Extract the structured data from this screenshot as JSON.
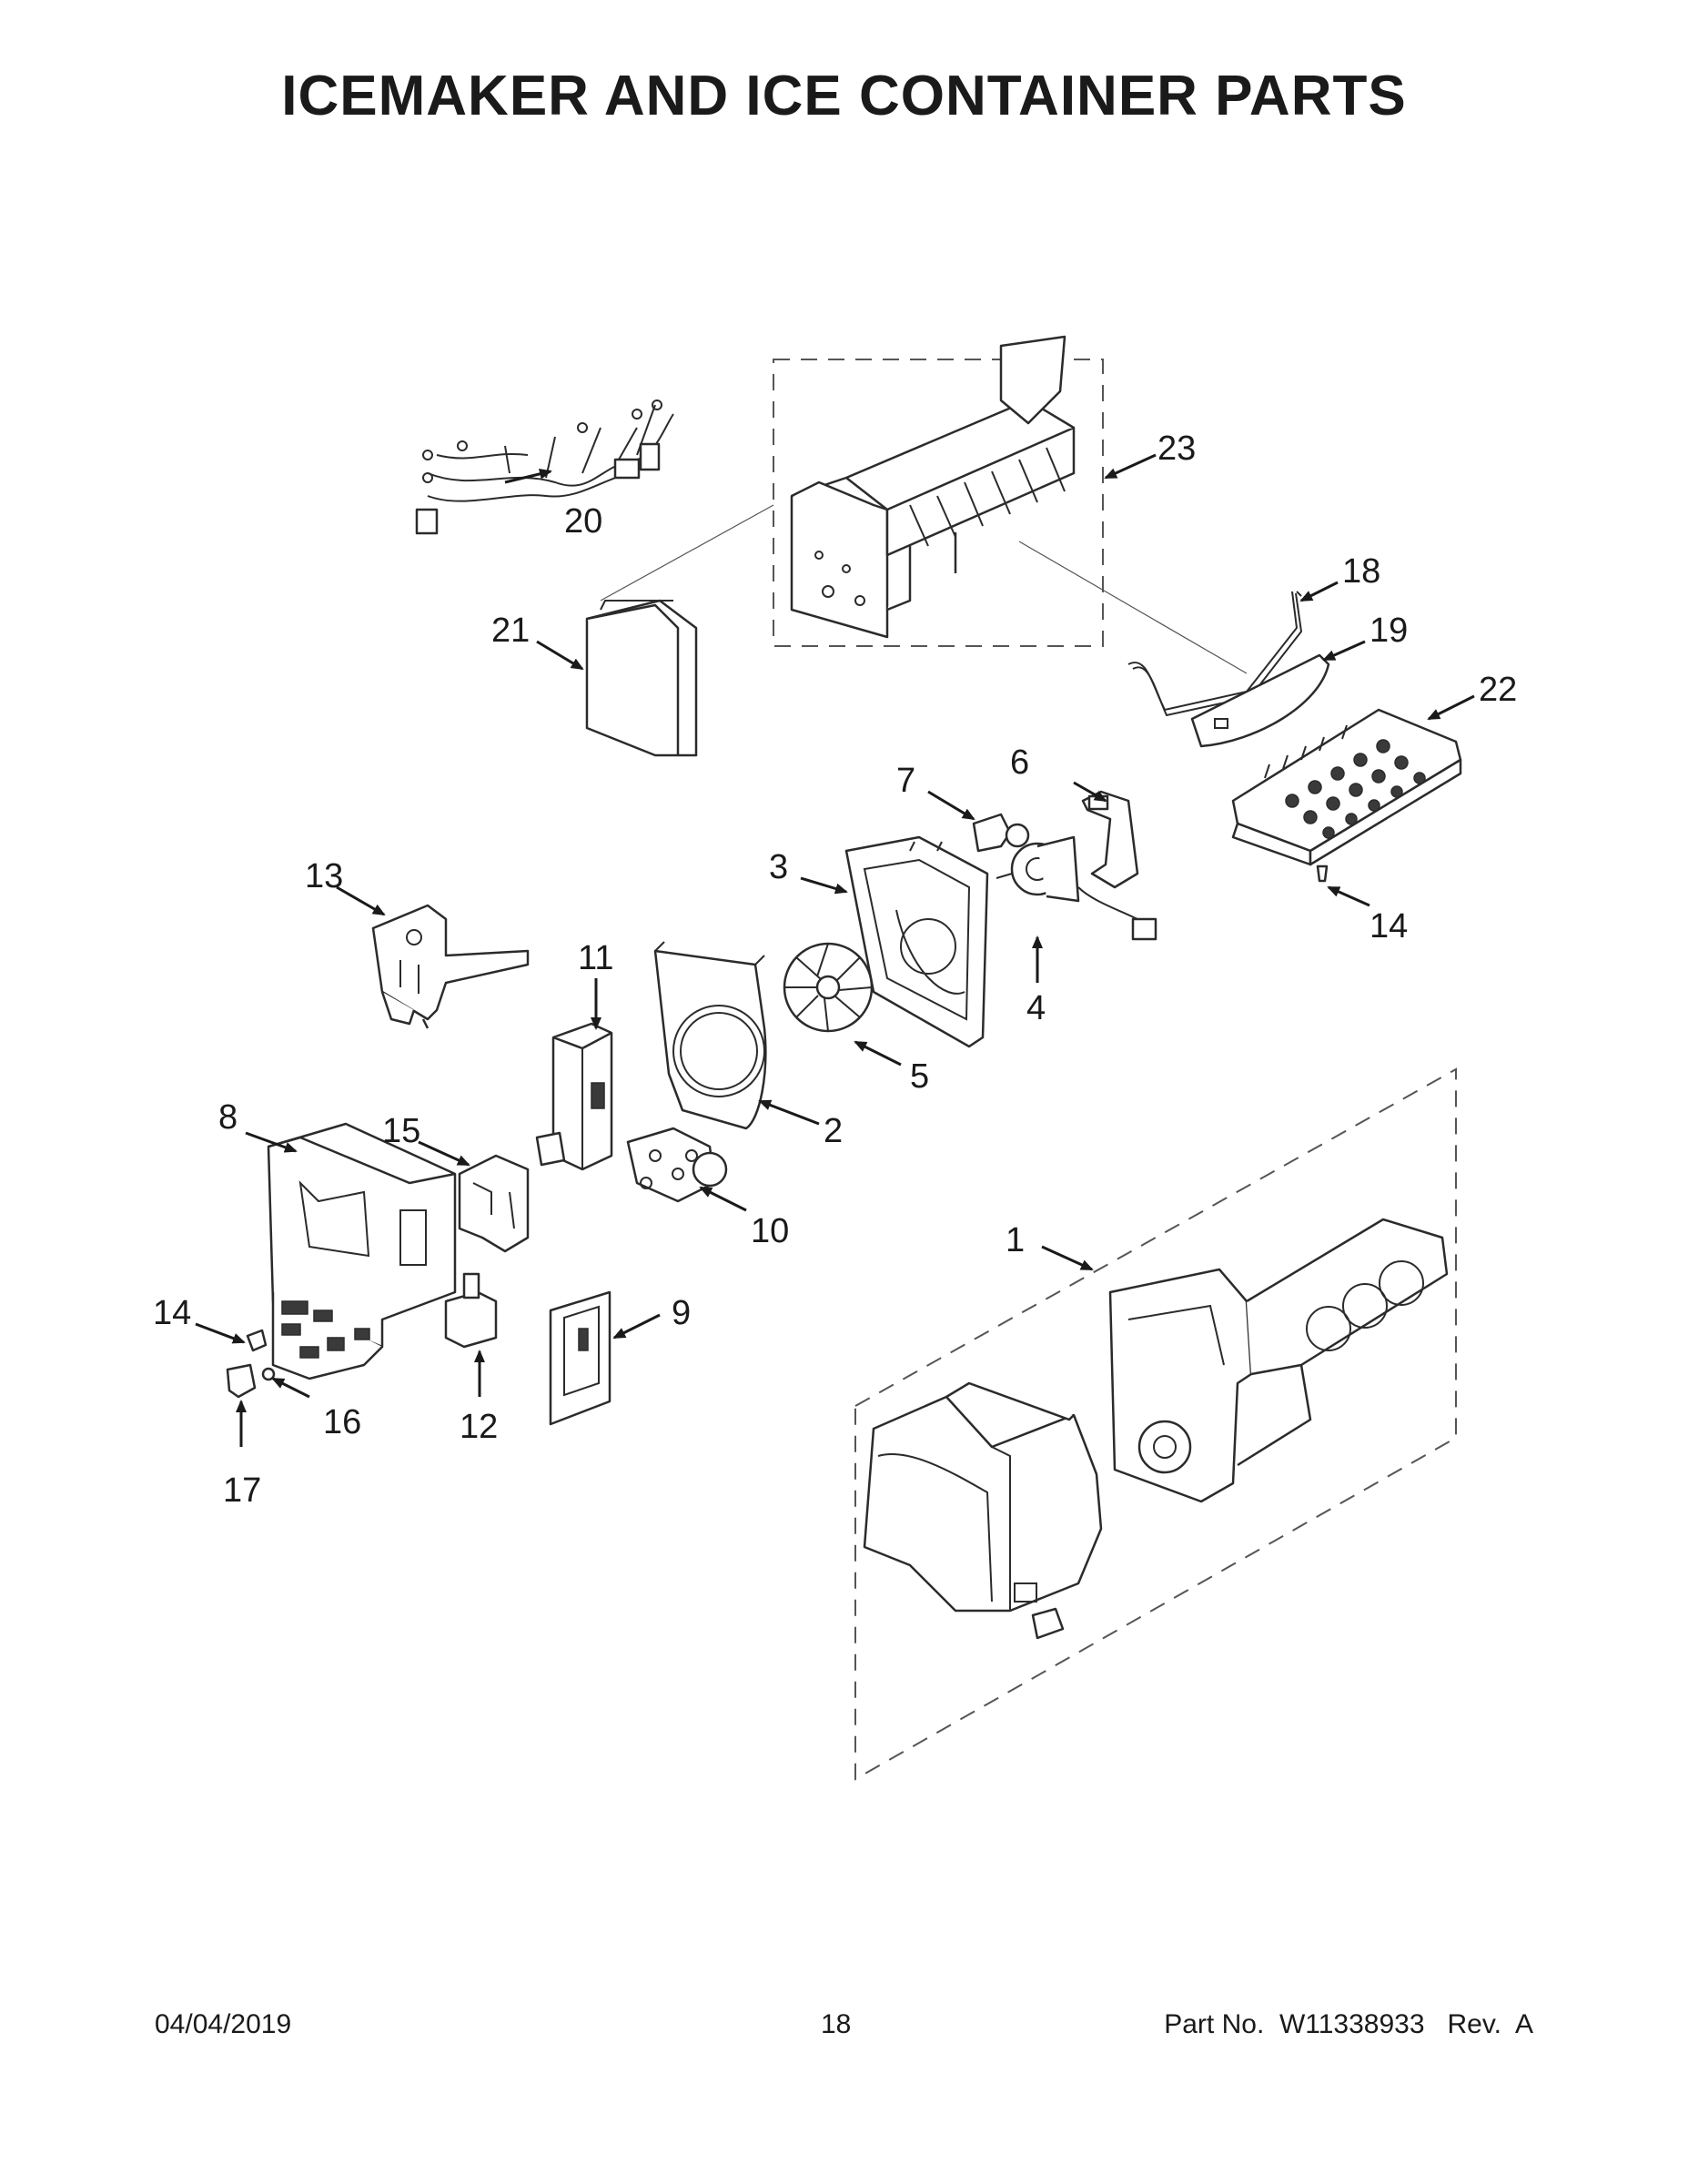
{
  "title": "ICEMAKER AND ICE CONTAINER PARTS",
  "callouts": [
    {
      "id": "1",
      "label": "1"
    },
    {
      "id": "2",
      "label": "2"
    },
    {
      "id": "3",
      "label": "3"
    },
    {
      "id": "4",
      "label": "4"
    },
    {
      "id": "5",
      "label": "5"
    },
    {
      "id": "6",
      "label": "6"
    },
    {
      "id": "7",
      "label": "7"
    },
    {
      "id": "8",
      "label": "8"
    },
    {
      "id": "9",
      "label": "9"
    },
    {
      "id": "10",
      "label": "10"
    },
    {
      "id": "11",
      "label": "11"
    },
    {
      "id": "12",
      "label": "12"
    },
    {
      "id": "13",
      "label": "13"
    },
    {
      "id": "14a",
      "label": "14"
    },
    {
      "id": "14b",
      "label": "14"
    },
    {
      "id": "15",
      "label": "15"
    },
    {
      "id": "16",
      "label": "16"
    },
    {
      "id": "17",
      "label": "17"
    },
    {
      "id": "18",
      "label": "18"
    },
    {
      "id": "19",
      "label": "19"
    },
    {
      "id": "20",
      "label": "20"
    },
    {
      "id": "21",
      "label": "21"
    },
    {
      "id": "22",
      "label": "22"
    },
    {
      "id": "23",
      "label": "23"
    }
  ],
  "footer": {
    "date": "04/04/2019",
    "page": "18",
    "part_no": "Part No.  W11338933   Rev.  A"
  }
}
